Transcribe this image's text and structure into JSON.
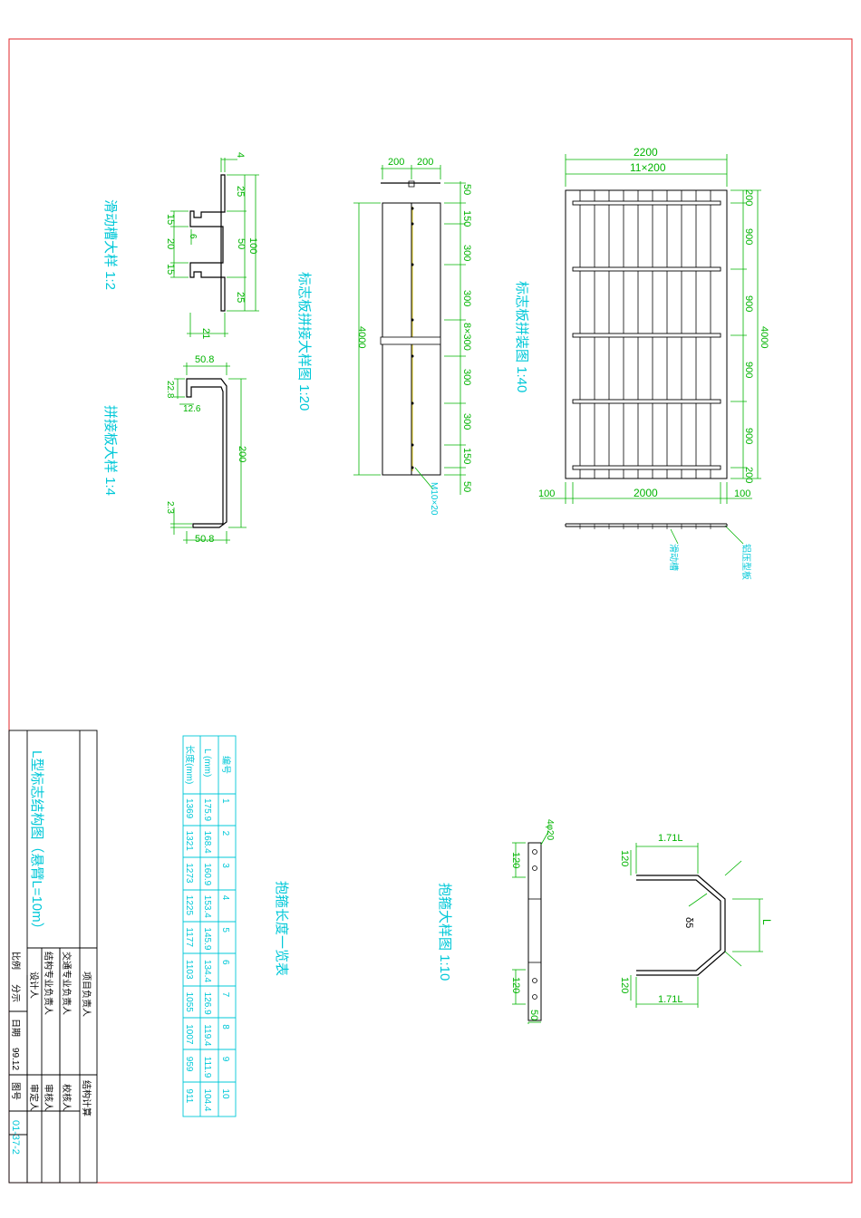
{
  "colors": {
    "frame": "#e0262a",
    "dimension": "#00b400",
    "title": "#00c8d8",
    "outline": "#000000"
  },
  "views": {
    "slide_groove": {
      "title": "滑动槽大样 1:2",
      "dims": {
        "d4": "4",
        "d25a": "25",
        "d15a": "15",
        "d6": "6",
        "d20": "20",
        "d50": "50",
        "d100": "100",
        "d15b": "15",
        "d25b": "25",
        "d21": "21"
      }
    },
    "joint_plate": {
      "title": "拼接板大样 1:4",
      "dims": {
        "d508a": "50.8",
        "d228": "22.8",
        "d126": "12.6",
        "d200": "200",
        "d23": "2.3",
        "d508b": "50.8"
      }
    },
    "sign_joint": {
      "title": "标志板拼接大样图 1:20",
      "dims": {
        "d200a": "200",
        "d200b": "200",
        "d50a": "50",
        "d150a": "150",
        "d300a": "300",
        "d300b": "300",
        "d8x300": "8×300",
        "d300c": "300",
        "d300d": "300",
        "d150b": "150",
        "d50b": "50",
        "d4000": "4000",
        "bolt": "M10×20"
      }
    },
    "sign_plate": {
      "title": "标志板拼装图 1:40",
      "dims": {
        "d2200": "2200",
        "d11x200": "11×200",
        "d200a": "200",
        "d900a": "900",
        "d900b": "900",
        "d900c": "900",
        "d900d": "900",
        "d200b": "200",
        "d4000": "4000",
        "d100a": "100",
        "d2000": "2000",
        "d100b": "100"
      },
      "labels": {
        "slide": "滑动槽",
        "extrusion": "铝压型板"
      }
    },
    "anchor_table": {
      "title": "抱箍长度一览表",
      "header": [
        "编号",
        "L (mm)",
        "长度(mm)"
      ],
      "rows": [
        [
          "1",
          "175.9",
          "1369"
        ],
        [
          "2",
          "168.4",
          "1321"
        ],
        [
          "3",
          "160.9",
          "1273"
        ],
        [
          "4",
          "153.4",
          "1225"
        ],
        [
          "5",
          "145.9",
          "1177"
        ],
        [
          "6",
          "134.4",
          "1103"
        ],
        [
          "7",
          "126.9",
          "1055"
        ],
        [
          "8",
          "119.4",
          "1007"
        ],
        [
          "9",
          "111.9",
          "959"
        ],
        [
          "10",
          "104.4",
          "911"
        ]
      ]
    },
    "hoop": {
      "title": "抱箍大样图 1:10",
      "dims": {
        "d4phi20": "4φ20",
        "d120a": "120",
        "d120b": "120",
        "d50": "50",
        "d171a": "1.71L",
        "d120c": "120",
        "d5": "δ5",
        "dL": "L",
        "d120d": "120",
        "d171b": "1.71L"
      }
    }
  },
  "title_block": {
    "drawing_title": "L型标志结构图（悬臂L=10m）",
    "project_lead": "项目负责人",
    "traffic_lead": "交通专业负责人",
    "struct_lead": "结构专业负责人",
    "designer": "设计人",
    "calc": "结构计算",
    "checker": "校核人",
    "reviewer": "审核人",
    "approver": "审定人",
    "scale_label": "比例",
    "scale_value": "分示",
    "date_label": "日期",
    "date_value": "99.12",
    "drawing_no_label": "图号",
    "drawing_no_value": "01-37-2"
  }
}
